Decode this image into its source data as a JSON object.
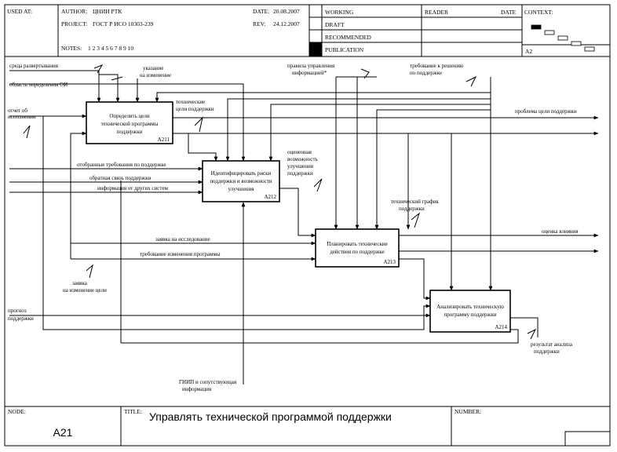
{
  "header": {
    "used_at": "USED AT:",
    "author_label": "AUTHOR:",
    "author": "ЦНИИ РТК",
    "project_label": "PROJECT:",
    "project": "ГОСТ Р ИСО 10303-239",
    "notes_label": "NOTES:",
    "notes": "1  2  3  4  5  6  7  8  9  10",
    "date_label": "DATE:",
    "date": "20.08.2007",
    "rev_label": "REV:",
    "rev": "24.12.2007",
    "status": [
      "WORKING",
      "DRAFT",
      "RECOMMENDED",
      "PUBLICATION"
    ],
    "reader": "READER",
    "date2": "DATE",
    "context": "CONTEXT:",
    "context_node": "A2"
  },
  "footer": {
    "node_label": "NODE:",
    "node": "A21",
    "title_label": "TITLE:",
    "title": "Управлять  технической  программой поддержки",
    "number_label": "NUMBER:"
  },
  "boxes": [
    {
      "id": "A211",
      "lines": [
        "Определить цели",
        "технической программы",
        "поддержки"
      ],
      "code": "A211"
    },
    {
      "id": "A212",
      "lines": [
        "Идентифицировать риски",
        "поддержки и возможности",
        "улучшения"
      ],
      "code": "A212"
    },
    {
      "id": "A213",
      "lines": [
        "Планировать технические",
        "действия по поддержке"
      ],
      "code": "A213"
    },
    {
      "id": "A214",
      "lines": [
        "Анализировать техническую",
        "программу поддержки"
      ],
      "code": "A214"
    }
  ],
  "labels": {
    "deploy_env": "среда развертывания",
    "oi_domain": "область определения ОИ",
    "change_directive": [
      "указание",
      "на изменение"
    ],
    "mgmt_rules": [
      "правила управления",
      "информацией*"
    ],
    "support_solution_req": [
      "требование к решению",
      "по поддержке"
    ],
    "exec_report": [
      "отчет об",
      "исполнении"
    ],
    "tech_goals": [
      "технические",
      "цели поддержки"
    ],
    "support_goal_problem": "проблема цели поддержки",
    "selected_reqs": "отобранные требования по поддержке",
    "support_feedback": "обратная связь поддержки",
    "other_systems_info": "информация от других систем",
    "assessed_opportunity": [
      "оцененная",
      "возможность",
      "улучшения",
      "поддержки"
    ],
    "tech_schedule": [
      "технический график",
      "поддержки"
    ],
    "research_request": "заявка на исследование",
    "program_change_req": "требование изменения программы",
    "impact_assessment": "оценка влияния",
    "goal_change_request": [
      "заявка",
      "на изменение цели"
    ],
    "support_forecast": [
      "прогноз",
      "поддержки"
    ],
    "analysis_result": [
      "результат анализа",
      "поддержки"
    ],
    "gip_info": [
      "ГИИП и сопутствующая",
      "информация"
    ]
  }
}
